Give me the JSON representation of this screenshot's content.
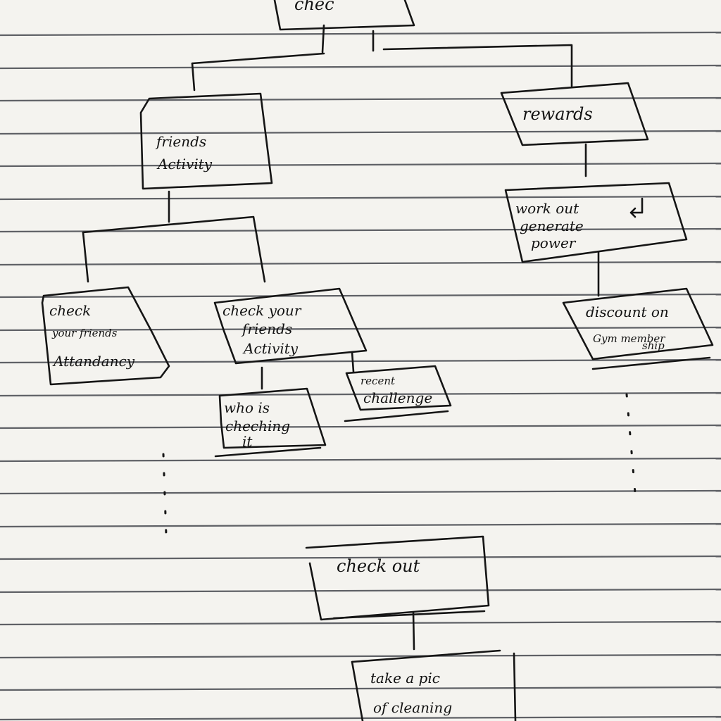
{
  "diagram": {
    "nodes": {
      "top": {
        "lines": [
          "chec"
        ]
      },
      "friends_activity": {
        "lines": [
          "friends",
          "Activity"
        ]
      },
      "rewards": {
        "lines": [
          "rewards"
        ]
      },
      "workout": {
        "lines": [
          "work out",
          "generate",
          "power"
        ],
        "arrow_icon": "return-arrow-icon"
      },
      "attendance": {
        "lines": [
          "check",
          "your friends",
          "Attandancy"
        ]
      },
      "check_activity": {
        "lines": [
          "check your",
          "friends",
          "Activity"
        ]
      },
      "discount": {
        "lines": [
          "discount on",
          "Gym member",
          "ship"
        ]
      },
      "who_is": {
        "lines": [
          "who is",
          "cheching",
          "it"
        ]
      },
      "recent": {
        "lines": [
          "recent",
          "challenge"
        ]
      },
      "checkout": {
        "lines": [
          "check out"
        ]
      },
      "take_pic": {
        "lines": [
          "take a pic",
          "of cleaning"
        ]
      }
    }
  }
}
